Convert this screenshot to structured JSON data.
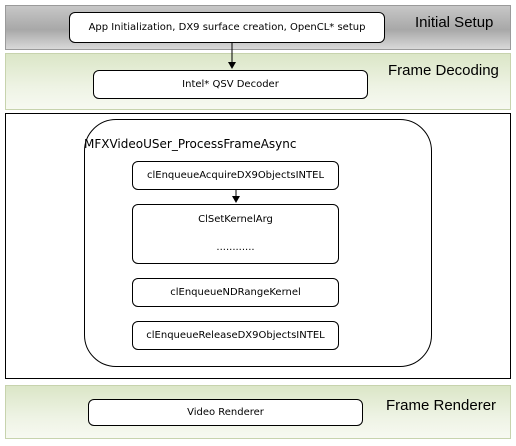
{
  "stages": {
    "initial_setup": {
      "label": "Initial Setup"
    },
    "frame_decoding": {
      "label": "Frame Decoding"
    },
    "frame_renderer": {
      "label": "Frame Renderer"
    }
  },
  "nodes": {
    "app_init": "App Initialization, DX9 surface creation, OpenCL* setup",
    "qsv_decoder": "Intel* QSV Decoder",
    "process_frame_title": "MFXVideoUSer_ProcessFrameAsync",
    "acquire_objects": "clEnqueueAcquireDX9ObjectsINTEL",
    "set_kernel_arg": "ClSetKernelArg",
    "set_kernel_arg_ellipsis": "............",
    "nd_range_kernel": "clEnqueueNDRangeKernel",
    "release_objects": "clEnqueueReleaseDX9ObjectsINTEL",
    "video_renderer": "Video Renderer"
  },
  "edges": [
    {
      "from": "app_init",
      "to": "qsv_decoder"
    },
    {
      "from": "acquire_objects",
      "to": "set_kernel_arg"
    }
  ],
  "colors": {
    "initial_band": "#a8a8a8",
    "green_band": "#dbe6c7",
    "stroke": "#000000"
  }
}
